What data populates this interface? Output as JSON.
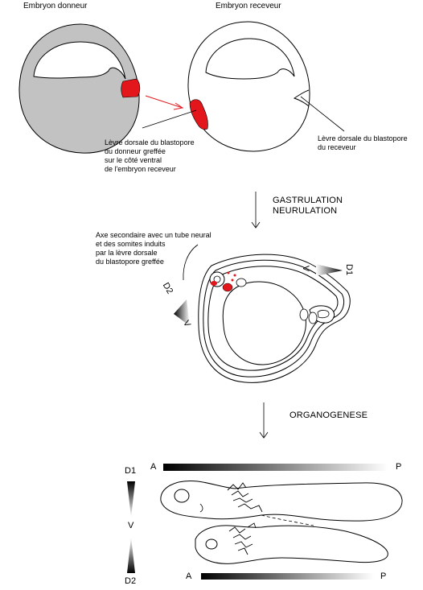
{
  "titles": {
    "donor": "Embryon donneur",
    "recipient": "Embryon receveur"
  },
  "labels": {
    "graft": "Lèvre dorsale du blastopore\ndu donneur greffée\nsur le côté ventral\nde l'embryon receveur",
    "recipient_lip": "Lèvre dorsale du blastopore\ndu receveur",
    "secondary_axis": "Axe secondaire avec un tube neural\net des somites induits\npar la lèvre dorsale\ndu blastopore greffée"
  },
  "steps": {
    "gastrulation": "GASTRULATION\nNEURULATION",
    "organogenesis": "ORGANOGENESE"
  },
  "axes": {
    "d1": "D1",
    "d2": "D2",
    "v": "V",
    "a": "A",
    "p": "P"
  },
  "colors": {
    "graft": "#e3161b",
    "embryo_fill": "#c2c2c2",
    "line": "#000000",
    "arrow": "#e3161b"
  },
  "icons": {
    "arrow": "down-arrow",
    "gradient": "gradient-triangle"
  }
}
